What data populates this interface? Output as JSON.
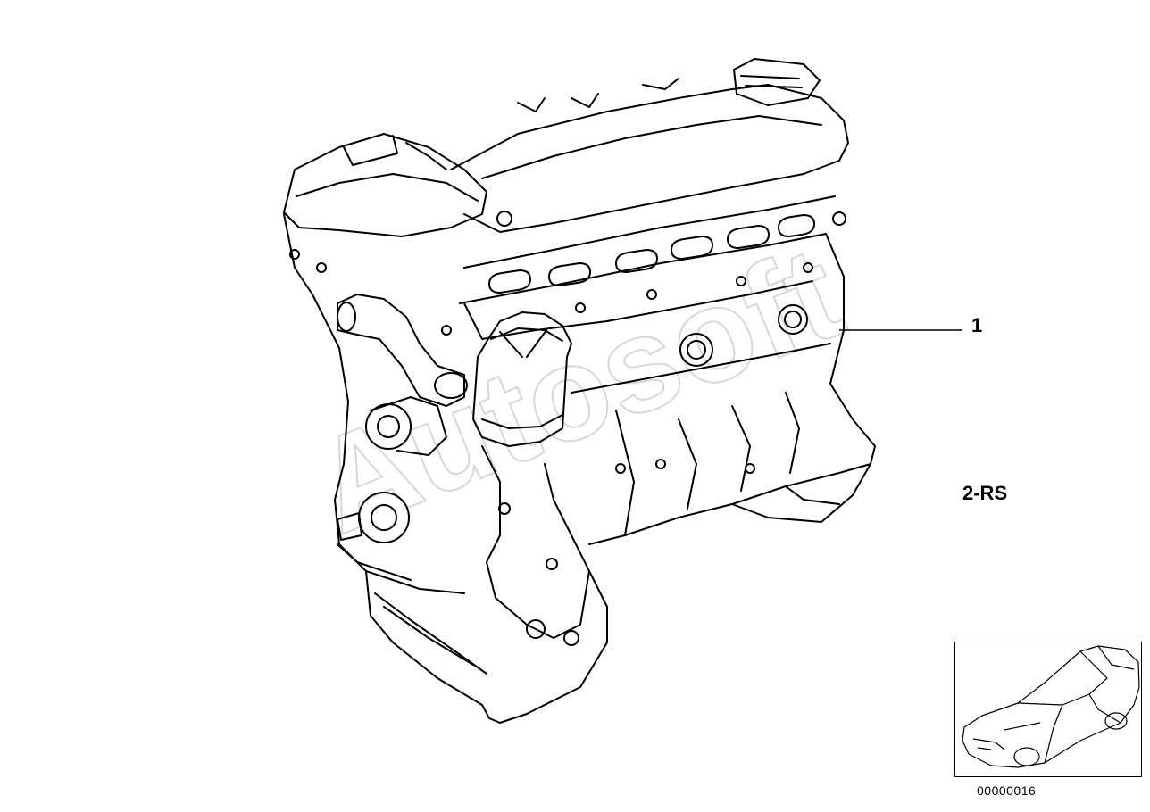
{
  "callouts": [
    {
      "number": "1"
    }
  ],
  "variant_label": "2-RS",
  "image_id": "00000016",
  "watermark": "Autosoft",
  "icons": {
    "main": "engine-illustration",
    "thumbnail": "car-silhouette-icon"
  },
  "colors": {
    "line": "#000000",
    "background": "#ffffff",
    "watermark": "#c8c8c8"
  }
}
